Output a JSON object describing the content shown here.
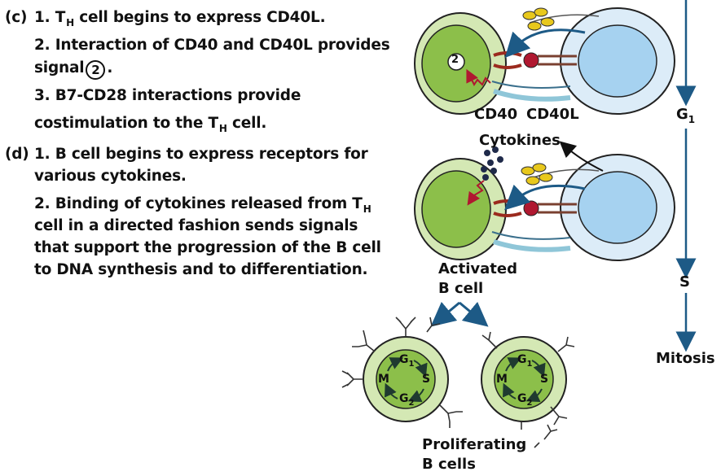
{
  "section_c": {
    "letter": "(c)",
    "line1_pre": "1. T",
    "line1_sub": "H",
    "line1_post": " cell begins to express CD40L.",
    "line2": "2. Interaction of CD40 and CD40L provides",
    "line3_pre": "signal",
    "line3_circled": "2",
    "line3_post": ".",
    "line4": "3. B7-CD28 interactions provide",
    "line5_pre": "costimulation to the T",
    "line5_sub": "H",
    "line5_post": " cell."
  },
  "section_d": {
    "letter": "(d)",
    "line1": "1. B cell begins to express receptors for",
    "line2": "various cytokines.",
    "line3_pre": "2. Binding of cytokines released from T",
    "line3_sub": "H",
    "line4": "cell in a directed fashion sends signals",
    "line5": "that support the progression of the B cell",
    "line6": "to DNA synthesis and to differentiation."
  },
  "diagram": {
    "signal_label": "2",
    "cd40_label": "CD40",
    "cd40l_label": "CD40L",
    "cytokines_label": "Cytokines",
    "activated_line1": "Activated",
    "activated_line2": "B cell",
    "proliferating_line1": "Proliferating",
    "proliferating_line2": "B cells",
    "cycle_labels": {
      "g1": "G",
      "g1_sub": "1",
      "s": "S",
      "g2": "G",
      "g2_sub": "2",
      "m": "M"
    }
  },
  "timeline": {
    "g1": "G",
    "g1_sub": "1",
    "s": "S",
    "mitosis": "Mitosis"
  },
  "colors": {
    "b_cell_outer": "#d4e8b4",
    "b_cell_inner": "#8cbf4a",
    "t_cell_outer": "#dcecf8",
    "t_cell_inner": "#a6d2f0",
    "arrow_blue": "#1d5a86",
    "signal_red": "#b01830",
    "cytokine_dark": "#1f2a4a",
    "yellow": "#e8c81c"
  }
}
